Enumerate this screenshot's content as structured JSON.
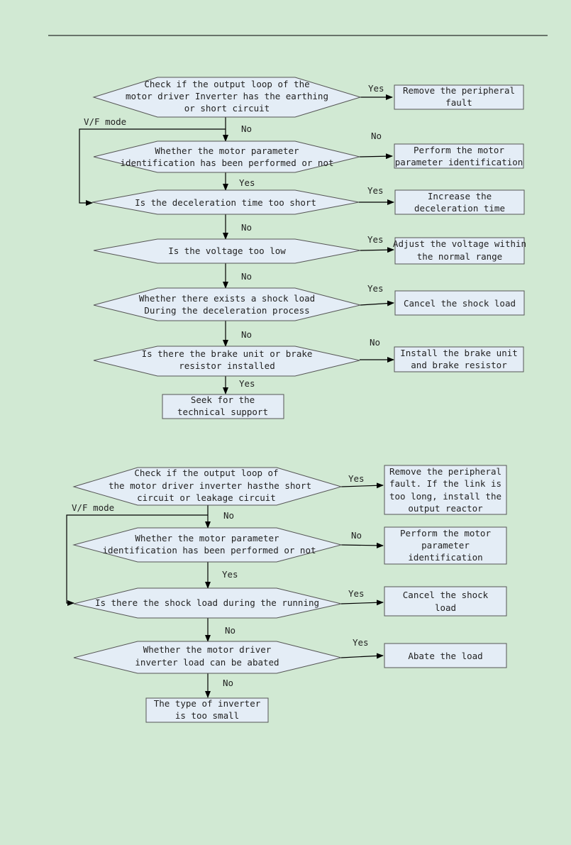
{
  "flowchart1": {
    "d1": [
      "Check if the output loop of the",
      "motor driver Inverter has the earthing",
      "or short circuit"
    ],
    "d2": [
      "Whether the motor parameter",
      "identification has been performed or not"
    ],
    "d3": [
      "Is the deceleration time too short"
    ],
    "d4": [
      "Is the voltage too low"
    ],
    "d5": [
      "Whether there exists a shock load",
      "During the deceleration process"
    ],
    "d6": [
      "Is there the brake unit or brake",
      "resistor installed"
    ],
    "r1": [
      "Remove the peripheral",
      "fault"
    ],
    "r2": [
      "Perform the motor",
      "parameter identification"
    ],
    "r3": [
      "Increase the",
      "deceleration time"
    ],
    "r4": [
      "Adjust the voltage within",
      "the normal range"
    ],
    "r5": [
      "Cancel the shock load"
    ],
    "r6": [
      "Install the brake unit",
      "and brake resistor"
    ],
    "end": [
      "Seek for the",
      "technical support"
    ],
    "labels": {
      "vf": "V/F mode",
      "y1": "Yes",
      "n1": "No",
      "n2r": "No",
      "y2": "Yes",
      "y3": "Yes",
      "n3": "No",
      "y4": "Yes",
      "n4": "No",
      "y5": "Yes",
      "n5": "No",
      "n6r": "No",
      "y6": "Yes"
    }
  },
  "flowchart2": {
    "d1": [
      "Check if the output loop of",
      "the motor driver inverter hasthe short",
      "circuit or leakage circuit"
    ],
    "d2": [
      "Whether the motor parameter",
      "identification has been performed or not"
    ],
    "d3": [
      "Is there the shock load during the running"
    ],
    "d4": [
      "Whether the motor driver",
      "inverter load can be abated"
    ],
    "r1": [
      "Remove the peripheral",
      "fault. If the link is",
      "too long, install the",
      "output reactor"
    ],
    "r2": [
      "Perform the motor",
      "parameter",
      "identification"
    ],
    "r3": [
      "Cancel the shock",
      "load"
    ],
    "r4": [
      "Abate the load"
    ],
    "end": [
      "The type of inverter",
      "is too small"
    ],
    "labels": {
      "vf": "V/F mode",
      "y1": "Yes",
      "n1": "No",
      "n2r": "No",
      "y2": "Yes",
      "y3": "Yes",
      "n3": "No",
      "y4": "Yes",
      "n4": "No"
    }
  }
}
